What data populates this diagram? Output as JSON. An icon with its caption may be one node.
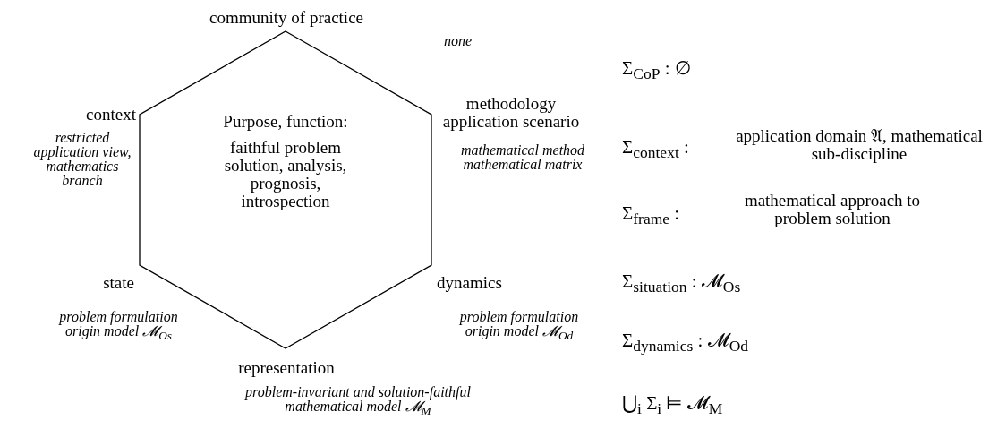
{
  "diagram": {
    "nodes": [
      {
        "text": [
          "Purpose, function:",
          "faithful problem solution, analysis, prognosis, introspection"
        ]
      }
    ],
    "edges": [],
    "labels": [
      "community of practice",
      "none",
      "Σ$_{CoP}$ :   ∅",
      "context",
      "methodology application scenario",
      "restricted application view, mathematics branch",
      "mathematical method mathematical matrix",
      "Σ$_{context}$ :",
      "application domain 𝔄, mathematical sub-discipline",
      "mathematical approach to problem solution",
      "Σ$_{frame}$ :",
      "state",
      "dynamics",
      "Σ$_{situation}$ :  𝓜$_{Os}$",
      "problem formulation origin model 𝓜$_{Os}$",
      "problem formulation origin model 𝓜$_{Od}$",
      "Σ$_{dynamics}$ :  𝓜$_{Od}$",
      "representation",
      "problem-invariant and solution-faithful mathematical model 𝓜$_{M}$",
      "⋃$_{i}$ Σ$_{i}$ ⊨ 𝓜$_{M}$"
    ]
  }
}
